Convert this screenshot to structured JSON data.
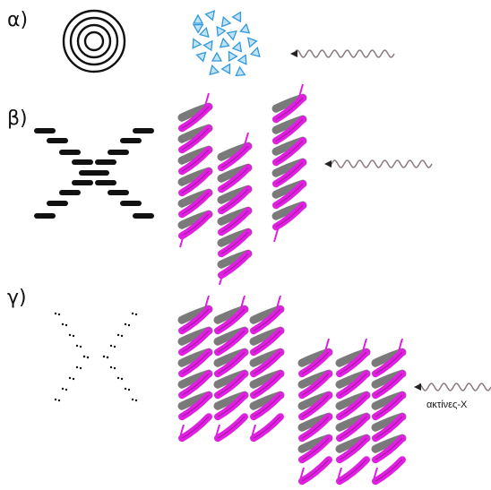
{
  "panels": {
    "a": {
      "label": "α)"
    },
    "b": {
      "label": "β)"
    },
    "c": {
      "label": "γ)",
      "wave_label": "ακτίνες-X"
    }
  },
  "colors": {
    "helix_front": "#e020e0",
    "helix_back": "#7a7a7a",
    "crystal": "#3399dd",
    "wave": "#8a7a80",
    "ink": "#111111"
  }
}
